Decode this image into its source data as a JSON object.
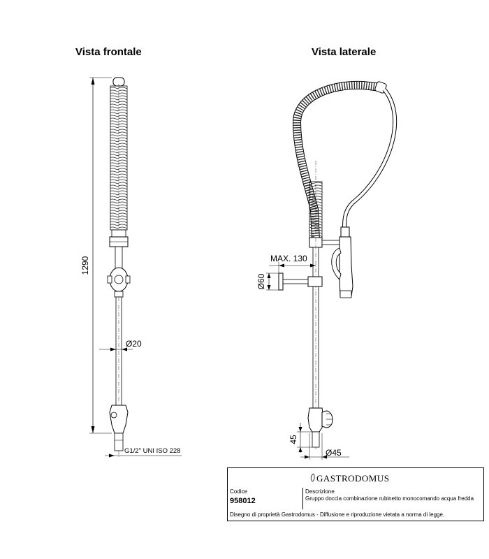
{
  "views": {
    "front_title": "Vista frontale",
    "side_title": "Vista laterale"
  },
  "dimensions": {
    "height": "1290",
    "pipe_diameter": "Ø20",
    "thread": "G1/2\" UNI ISO 228",
    "max_offset": "MAX. 130",
    "wall_plate": "Ø60",
    "base_height": "45",
    "base_diameter": "Ø45"
  },
  "title_block": {
    "brand": "GASTRODOMUS",
    "code_label": "Codice",
    "code_value": "958012",
    "desc_label": "Descrizione",
    "desc_value": "Gruppo doccia combinazione rubinetto monocomando acqua fredda",
    "footer": "Disegno di proprietà Gastrodomus -  Diffusione e riproduzione vietata a norma di legge."
  }
}
